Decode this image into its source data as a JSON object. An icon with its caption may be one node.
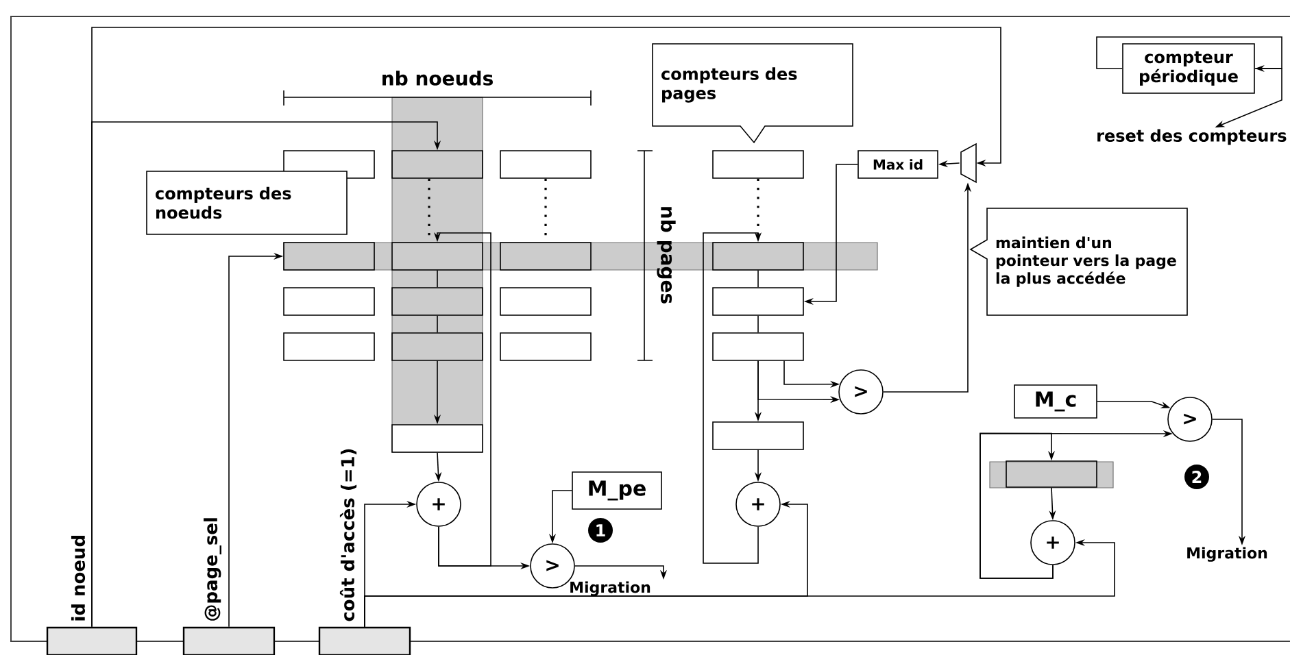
{
  "diagram": {
    "nodes": [
      {
        "text": [
          "compteurs des pages"
        ]
      },
      {
        "text": [
          "compteur périodique"
        ]
      },
      {
        "text": [
          "reset des compteurs"
        ]
      },
      {
        "text": [
          "Max id"
        ]
      },
      {
        "text": [],
        "shape": "trapezoid"
      },
      {
        "text": [
          "compteurs des noeuds"
        ]
      },
      {
        "text": [],
        "shape": "box"
      },
      {
        "text": [],
        "shape": "box"
      },
      {
        "text": [],
        "shape": "box"
      },
      {
        "text": [],
        "shape": "box"
      },
      {
        "text": [],
        "shape": "box"
      },
      {
        "text": [],
        "shape": "box"
      },
      {
        "text": [],
        "shape": "box"
      },
      {
        "text": [],
        "shape": "box"
      },
      {
        "text": [],
        "shape": "box"
      },
      {
        "text": [],
        "shape": "box"
      },
      {
        "text": [],
        "shape": "box"
      },
      {
        "text": [],
        "shape": "box"
      },
      {
        "text": [],
        "shape": "box"
      },
      {
        "text": [],
        "shape": "box"
      },
      {
        "text": [],
        "shape": "box"
      },
      {
        "text": [],
        "shape": "box"
      },
      {
        "text": [],
        "shape": "box"
      },
      {
        "text": [
          "maintien d'un pointeur vers la page la plus accédée"
        ]
      },
      {
        "text": [
          ">"
        ]
      },
      {
        "text": [],
        "shape": "box"
      },
      {
        "text": [
          "M_c"
        ]
      },
      {
        "text": [
          ">"
        ]
      },
      {
        "text": [],
        "shape": "box"
      },
      {
        "text": [
          "+"
        ]
      },
      {
        "text": [
          "M_pe"
        ]
      },
      {
        "text": [
          "+"
        ]
      },
      {
        "text": [
          ">"
        ]
      },
      {
        "text": [
          "+"
        ]
      },
      {
        "text": [
          "Migration"
        ]
      },
      {
        "text": [
          "Migration"
        ]
      },
      {
        "text": [
          "id noeud"
        ]
      },
      {
        "text": [
          "@page_sel"
        ]
      },
      {
        "text": [
          "coût d'accès (=1)"
        ]
      }
    ],
    "edges": [
      {
        "from": 36,
        "to": 7,
        "arrow": "to"
      },
      {
        "from": 36,
        "to": 4,
        "arrow": "to"
      },
      {
        "from": 37,
        "to": 9,
        "arrow": "to"
      },
      {
        "from": 38,
        "to": 29,
        "arrow": "to"
      },
      {
        "from": 38,
        "to": 31,
        "arrow": "to"
      },
      {
        "from": 38,
        "to": 33,
        "arrow": "to"
      },
      {
        "from": 7,
        "to": 10,
        "arrow": "none",
        "style": "dashed"
      },
      {
        "from": 8,
        "to": 11,
        "arrow": "none",
        "style": "dashed"
      },
      {
        "from": 18,
        "to": 19,
        "arrow": "none",
        "style": "dashed"
      },
      {
        "from": 10,
        "to": 13,
        "arrow": "none"
      },
      {
        "from": 13,
        "to": 16,
        "arrow": "none"
      },
      {
        "from": 16,
        "to": 25,
        "arrow": "to"
      },
      {
        "from": 25,
        "to": 29,
        "arrow": "to"
      },
      {
        "from": 29,
        "to": 32,
        "arrow": "to"
      },
      {
        "from": 29,
        "to": 10,
        "arrow": "to"
      },
      {
        "from": 30,
        "to": 32,
        "arrow": "to"
      },
      {
        "from": 32,
        "to": 34,
        "arrow": "to"
      },
      {
        "from": 19,
        "to": 20,
        "arrow": "none"
      },
      {
        "from": 20,
        "to": 21,
        "arrow": "none"
      },
      {
        "from": 21,
        "to": 22,
        "arrow": "to"
      },
      {
        "from": 21,
        "to": 24,
        "arrow": "to"
      },
      {
        "from": 21,
        "to": 24,
        "arrow": "to"
      },
      {
        "from": 22,
        "to": 31,
        "arrow": "to"
      },
      {
        "from": 31,
        "to": 19,
        "arrow": "to"
      },
      {
        "from": 24,
        "to": 4,
        "arrow": "to"
      },
      {
        "from": 4,
        "to": 3,
        "arrow": "to"
      },
      {
        "from": 3,
        "to": 20,
        "arrow": "to"
      },
      {
        "from": 26,
        "to": 27,
        "arrow": "to"
      },
      {
        "from": 33,
        "to": 27,
        "arrow": "to"
      },
      {
        "from": 33,
        "to": 28,
        "arrow": "to"
      },
      {
        "from": 28,
        "to": 33,
        "arrow": "to"
      },
      {
        "from": 27,
        "to": 35,
        "arrow": "to"
      },
      {
        "from": 1,
        "to": 1,
        "arrow": "to"
      },
      {
        "from": 1,
        "to": 2,
        "arrow": "to"
      }
    ],
    "labels": [
      "nb noeuds",
      "nb pages",
      "1",
      "2"
    ]
  }
}
